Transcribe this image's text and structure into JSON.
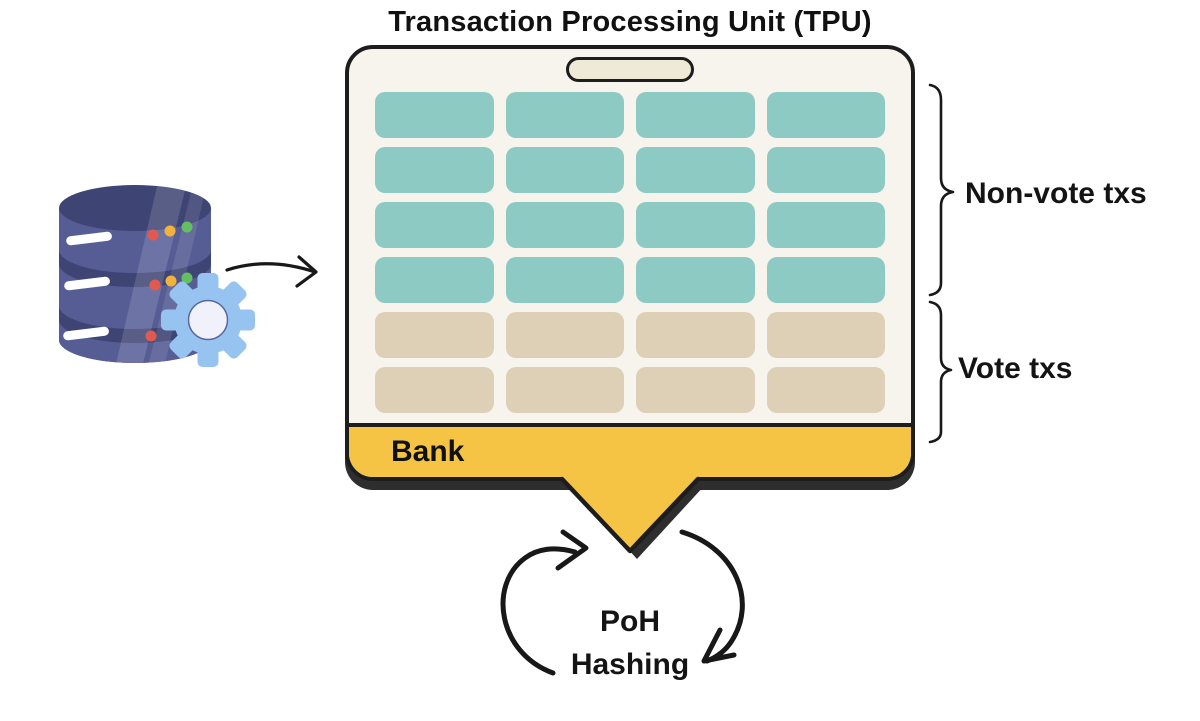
{
  "title": "Transaction Processing Unit (TPU)",
  "source": {
    "icons": {
      "database": "database-icon",
      "gear": "gear-icon",
      "arrow": "flow-arrow-icon"
    }
  },
  "tpu": {
    "bank_label": "Bank",
    "grid": {
      "columns": 4,
      "nonvote_rows": 4,
      "vote_rows": 2
    }
  },
  "annotations": {
    "nonvote_label": "Non-vote txs",
    "vote_label": "Vote txs"
  },
  "poh": {
    "line1": "PoH",
    "line2": "Hashing"
  },
  "colors": {
    "nonvote_block": "#8ecac4",
    "vote_block": "#ddd0b6",
    "bank": "#f6c445",
    "panel": "#f7f4ee",
    "pill": "#efe9d7",
    "outline": "#1d1d1d",
    "shadow": "#2e2e2e",
    "text": "#111111",
    "db_body": "#565d95",
    "db_dark": "#3e4474",
    "gear": "#96c3f0",
    "gear_hole": "#f0f1fa",
    "dot_red": "#e25a4f",
    "dot_yellow": "#f2b33d",
    "dot_green": "#64bf62"
  }
}
